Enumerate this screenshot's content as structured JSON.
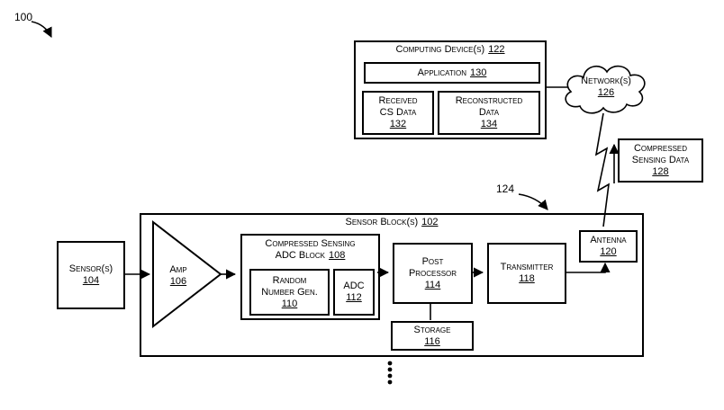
{
  "colors": {
    "ink": "#000000",
    "background": "#ffffff"
  },
  "pointers": {
    "fig_ref": "100",
    "sensor_block_pointer_ref": "124"
  },
  "blocks": {
    "computing_device": {
      "lines": [
        "Computing Device(s)"
      ],
      "ref": "122"
    },
    "application": {
      "lines": [
        "Application"
      ],
      "ref": "130"
    },
    "received_cs_data": {
      "lines": [
        "Received",
        "CS Data"
      ],
      "ref": "132"
    },
    "reconstructed_data": {
      "lines": [
        "Reconstructed",
        "Data"
      ],
      "ref": "134"
    },
    "network": {
      "lines": [
        "Network(s)"
      ],
      "ref": "126"
    },
    "compressed_sensing_data": {
      "lines": [
        "Compressed",
        "Sensing Data"
      ],
      "ref": "128"
    },
    "sensor_block": {
      "lines": [
        "Sensor Block(s)"
      ],
      "ref": "102"
    },
    "sensors": {
      "lines": [
        "Sensor(s)"
      ],
      "ref": "104"
    },
    "amp": {
      "lines": [
        "Amp"
      ],
      "ref": "106"
    },
    "cs_adc_block": {
      "lines": [
        "Compressed Sensing",
        "ADC Block"
      ],
      "ref": "108"
    },
    "random_number_gen": {
      "lines": [
        "Random",
        "Number Gen."
      ],
      "ref": "110"
    },
    "adc": {
      "lines": [
        "ADC"
      ],
      "ref": "112"
    },
    "post_processor": {
      "lines": [
        "Post",
        "Processor"
      ],
      "ref": "114"
    },
    "storage": {
      "lines": [
        "Storage"
      ],
      "ref": "116"
    },
    "transmitter": {
      "lines": [
        "Transmitter"
      ],
      "ref": "118"
    },
    "antenna": {
      "lines": [
        "Antenna"
      ],
      "ref": "120"
    }
  }
}
